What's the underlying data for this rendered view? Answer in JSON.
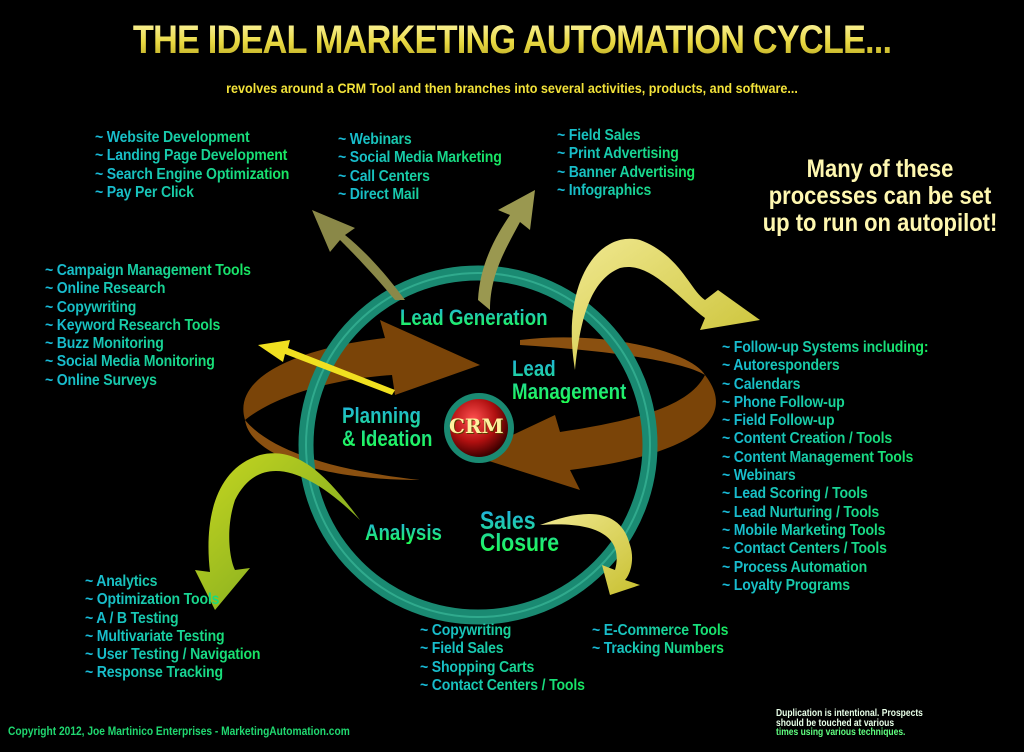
{
  "title": "THE IDEAL MARKETING AUTOMATION CYCLE...",
  "subtitle": "revolves around a CRM Tool and then branches  into several activities, products, and software...",
  "callout": [
    "Many of these",
    "processes can be set",
    "up to run on autopilot!"
  ],
  "center": "CRM",
  "stages": {
    "lead_generation": "Lead Generation",
    "lead_management": [
      "Lead",
      "Management"
    ],
    "planning": [
      "Planning",
      "& Ideation"
    ],
    "analysis": "Analysis",
    "sales_closure": [
      "Sales",
      "Closure"
    ]
  },
  "lists": {
    "web": [
      "~ Website Development",
      "~ Landing Page Development",
      "~ Search Engine Optimization",
      "~ Pay Per Click"
    ],
    "webinars": [
      "~ Webinars",
      "~ Social Media Marketing",
      "~ Call Centers",
      "~ Direct Mail"
    ],
    "field": [
      "~ Field Sales",
      "~ Print Advertising",
      "~ Banner Advertising",
      "~ Infographics"
    ],
    "planning": [
      "~ Campaign Management Tools",
      "~ Online Research",
      "~ Copywriting",
      "~ Keyword Research Tools",
      "~ Buzz Monitoring",
      "~ Social Media Monitoring",
      "~ Online Surveys"
    ],
    "followup": [
      "~ Follow-up Systems including:",
      "~ Autoresponders",
      "~ Calendars",
      "~ Phone Follow-up",
      "~ Field Follow-up",
      "~ Content Creation / Tools",
      "~ Content Management Tools",
      "~ Webinars",
      "~ Lead Scoring / Tools",
      "~ Lead Nurturing / Tools",
      "~ Mobile Marketing Tools",
      "~ Contact Centers / Tools",
      "~ Process Automation",
      "~ Loyalty Programs"
    ],
    "analytics": [
      "~ Analytics",
      "~ Optimization Tools",
      "~ A / B Testing",
      "~ Multivariate Testing",
      "~ User Testing / Navigation",
      "~ Response Tracking"
    ],
    "sales": [
      "~ Copywriting",
      "~ Field Sales",
      "~ Shopping Carts",
      "~ Contact Centers / Tools"
    ],
    "ecommerce": [
      "~ E-Commerce Tools",
      "~ Tracking Numbers"
    ]
  },
  "copyright": "Copyright 2012, Joe Martinico Enterprises - MarketingAutomation.com",
  "note": [
    "Duplication is intentional.  Prospects",
    "should be touched at various",
    "times using various techniques."
  ],
  "colors": {
    "ring": "#1a8a72",
    "cycle_arrow": "#7a4408",
    "branch_arrow": "#d8d060",
    "title": "#e8d840"
  }
}
